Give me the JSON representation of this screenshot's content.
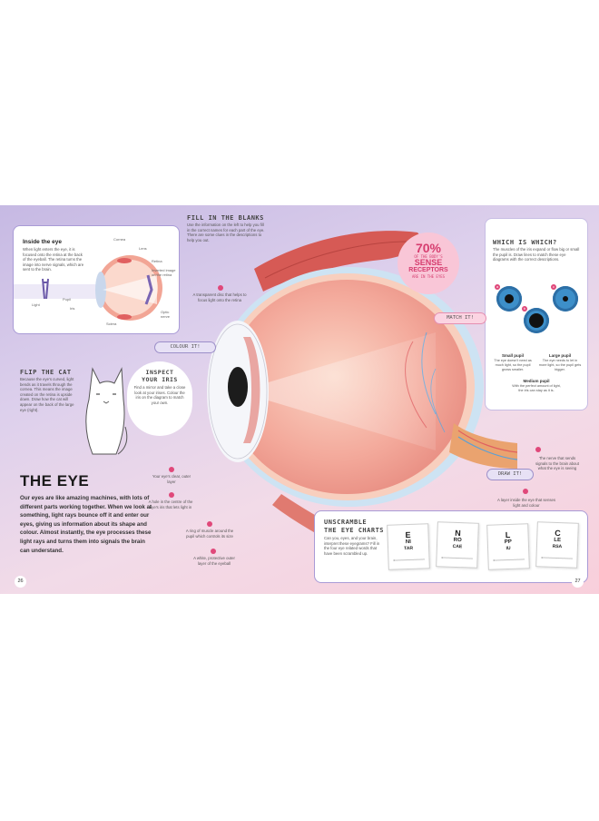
{
  "page_numbers": {
    "left": "26",
    "right": "27"
  },
  "inside_eye": {
    "title": "Inside the eye",
    "text": "When light enters the eye, it is focused onto the retina at the back of the eyeball. The retina turns the image into nerve signals, which are sent to the brain.",
    "labels": {
      "cornea": "Cornea",
      "lens": "Lens",
      "retina": "Retina",
      "inverted": "Inverted image on the retina",
      "pupil": "Pupil",
      "iris": "Iris",
      "sclera": "Sclera",
      "optic": "Optic nerve",
      "light": "Light"
    }
  },
  "flip_cat": {
    "title": "FLIP THE CAT",
    "text": "Because the eye's curved, light bends as it travels through the cornea. This means the image created on the retina is upside down. Draw how the cat will appear on the back of the large eye (right)."
  },
  "inspect_iris": {
    "title_line1": "INSPECT",
    "title_line2": "YOUR IRIS",
    "text": "Find a mirror and take a close look at your irises. Colour the iris on the diagram to match your own."
  },
  "fill_blanks": {
    "title": "FILL IN THE BLANKS",
    "text": "Use the information on the left to help you fill in the correct names for each part of the eye. There are some clues in the descriptions to help you out."
  },
  "colour_it": "COLOUR IT!",
  "match_it": "MATCH IT!",
  "draw_it": "DRAW IT!",
  "stat": {
    "percent": "70%",
    "line1": "OF THE BODY'S",
    "line2": "SENSE",
    "line3": "RECEPTORS",
    "line4": "ARE IN THE EYES"
  },
  "which_is_which": {
    "title": "WHICH IS WHICH?",
    "text": "The muscles of the iris expand or flow big or small the pupil is. Draw lines to match these eye diagrams with the correct descriptions.",
    "pins": [
      "a",
      "b",
      "c"
    ],
    "small_title": "Small pupil",
    "small_text": "The eye doesn't need as much light, so the pupil grows smaller.",
    "large_title": "Large pupil",
    "large_text": "The eye needs to let in more light, so the pupil gets bigger.",
    "medium_title": "Medium pupil",
    "medium_text": "With the perfect amount of light, the iris can stay as it is."
  },
  "diagram_labels": {
    "l1": "A transparent disc that helps to focus light onto the retina",
    "l2": "Your eye's clear, outer layer",
    "l3": "A hole in the centre of the eye's iris that lets light in",
    "l4": "A ring of muscle around the pupil which controls its size",
    "l5": "A white, protective outer layer of the eyeball",
    "l6": "The nerve that sends signals to the brain about what the eye is seeing",
    "l7": "A layer inside the eye that senses light and colour"
  },
  "the_eye": {
    "title": "THE EYE",
    "text": "Our eyes are like amazing machines, with lots of different parts working together. When we look at something, light rays bounce off it and enter our eyes, giving us information about its shape and colour. Almost instantly, the eye processes these light rays and turns them into signals the brain can understand."
  },
  "unscramble": {
    "title_line1": "UNSCRAMBLE",
    "title_line2": "THE EYE CHARTS",
    "text": "Can you, eyes, and your brain, interpret these eyegrams? Fill in the four eye related words that have been scrambled up.",
    "tiles": [
      {
        "top": "E",
        "mid": "NI",
        "bot": "TAR"
      },
      {
        "top": "N",
        "mid": "RO",
        "bot": "CAE"
      },
      {
        "top": "L",
        "mid": "PP",
        "bot": "IU"
      },
      {
        "top": "C",
        "mid": "LE",
        "bot": "RSA"
      }
    ]
  },
  "colors": {
    "accent_pink": "#e0487a",
    "lilac": "#c6b9e3",
    "pill_border": "#9c8fc9",
    "blue_iris": "#3d8fc9"
  }
}
